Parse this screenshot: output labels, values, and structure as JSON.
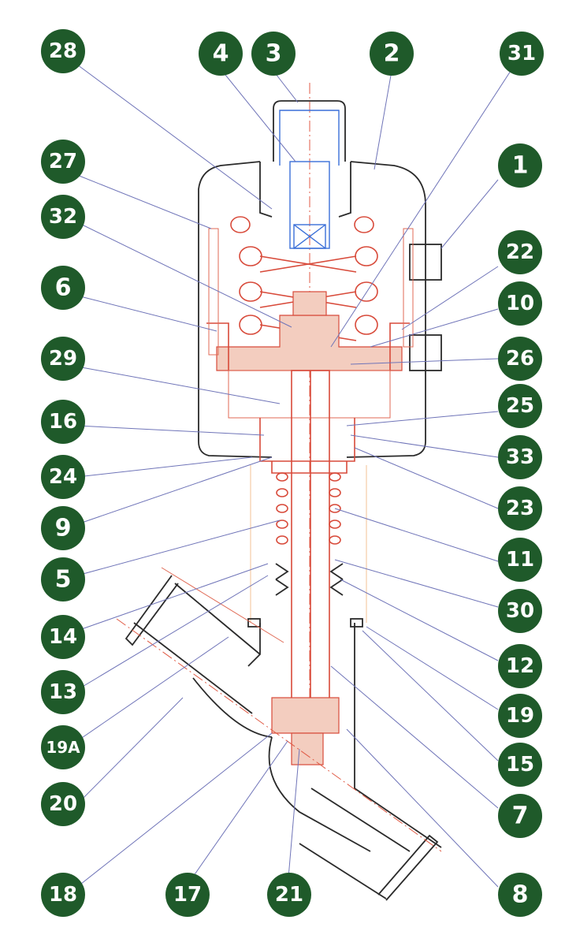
{
  "labels": {
    "b28": "28",
    "b4": "4",
    "b3": "3",
    "b2": "2",
    "b31": "31",
    "b27": "27",
    "b1": "1",
    "b32": "32",
    "b22": "22",
    "b6": "6",
    "b10": "10",
    "b29": "29",
    "b26": "26",
    "b16": "16",
    "b25": "25",
    "b33": "33",
    "b24": "24",
    "b23": "23",
    "b9": "9",
    "b11": "11",
    "b5": "5",
    "b30": "30",
    "b14": "14",
    "b12": "12",
    "b13": "13",
    "b19": "19",
    "b19A": "19A",
    "b15": "15",
    "b20": "20",
    "b7": "7",
    "b18": "18",
    "b17": "17",
    "b21": "21",
    "b8": "8"
  },
  "colors": {
    "badge": "#1f5a2a",
    "badge_text": "#ffffff",
    "leader": "#6f74b8",
    "piston_red": "#d84a3a",
    "indicator_blue": "#3a6fd8",
    "body_outline": "#2a2a2a"
  }
}
